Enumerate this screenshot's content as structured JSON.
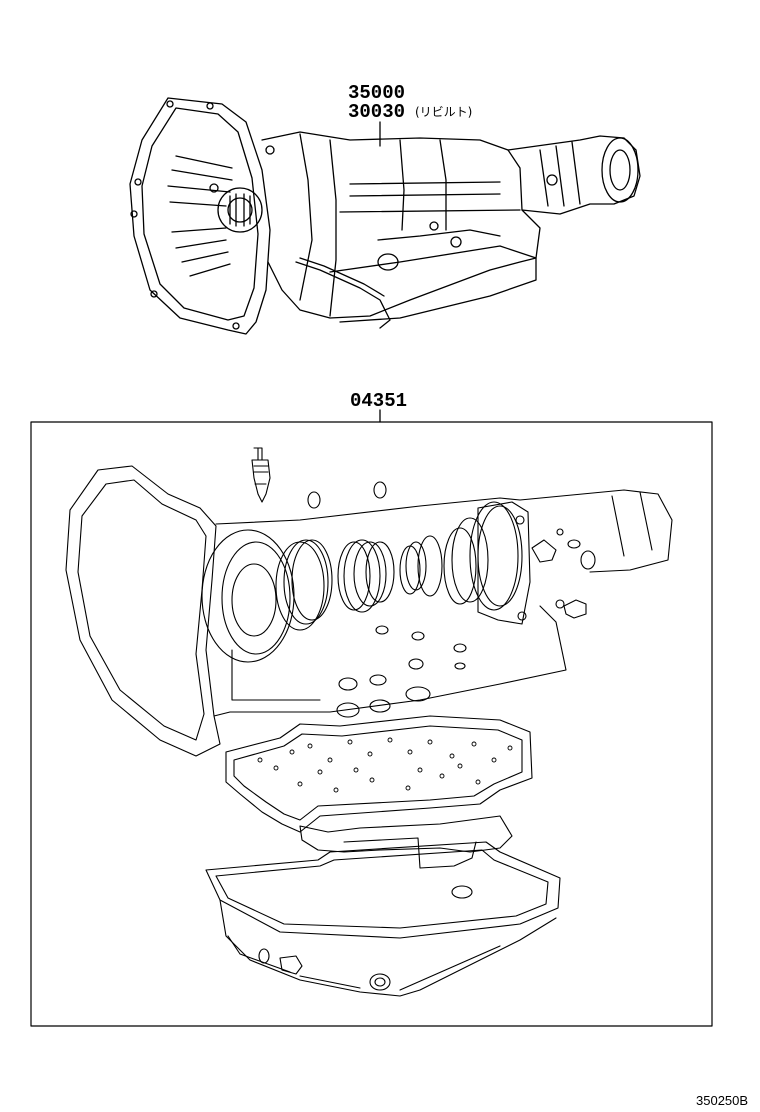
{
  "labels": {
    "part_35000": "35000",
    "part_30030": "30030",
    "rebuilt_note": "(リビルト)",
    "part_04351": "04351"
  },
  "diagram_code": "350250B",
  "colors": {
    "line": "#000000",
    "background": "#ffffff"
  }
}
